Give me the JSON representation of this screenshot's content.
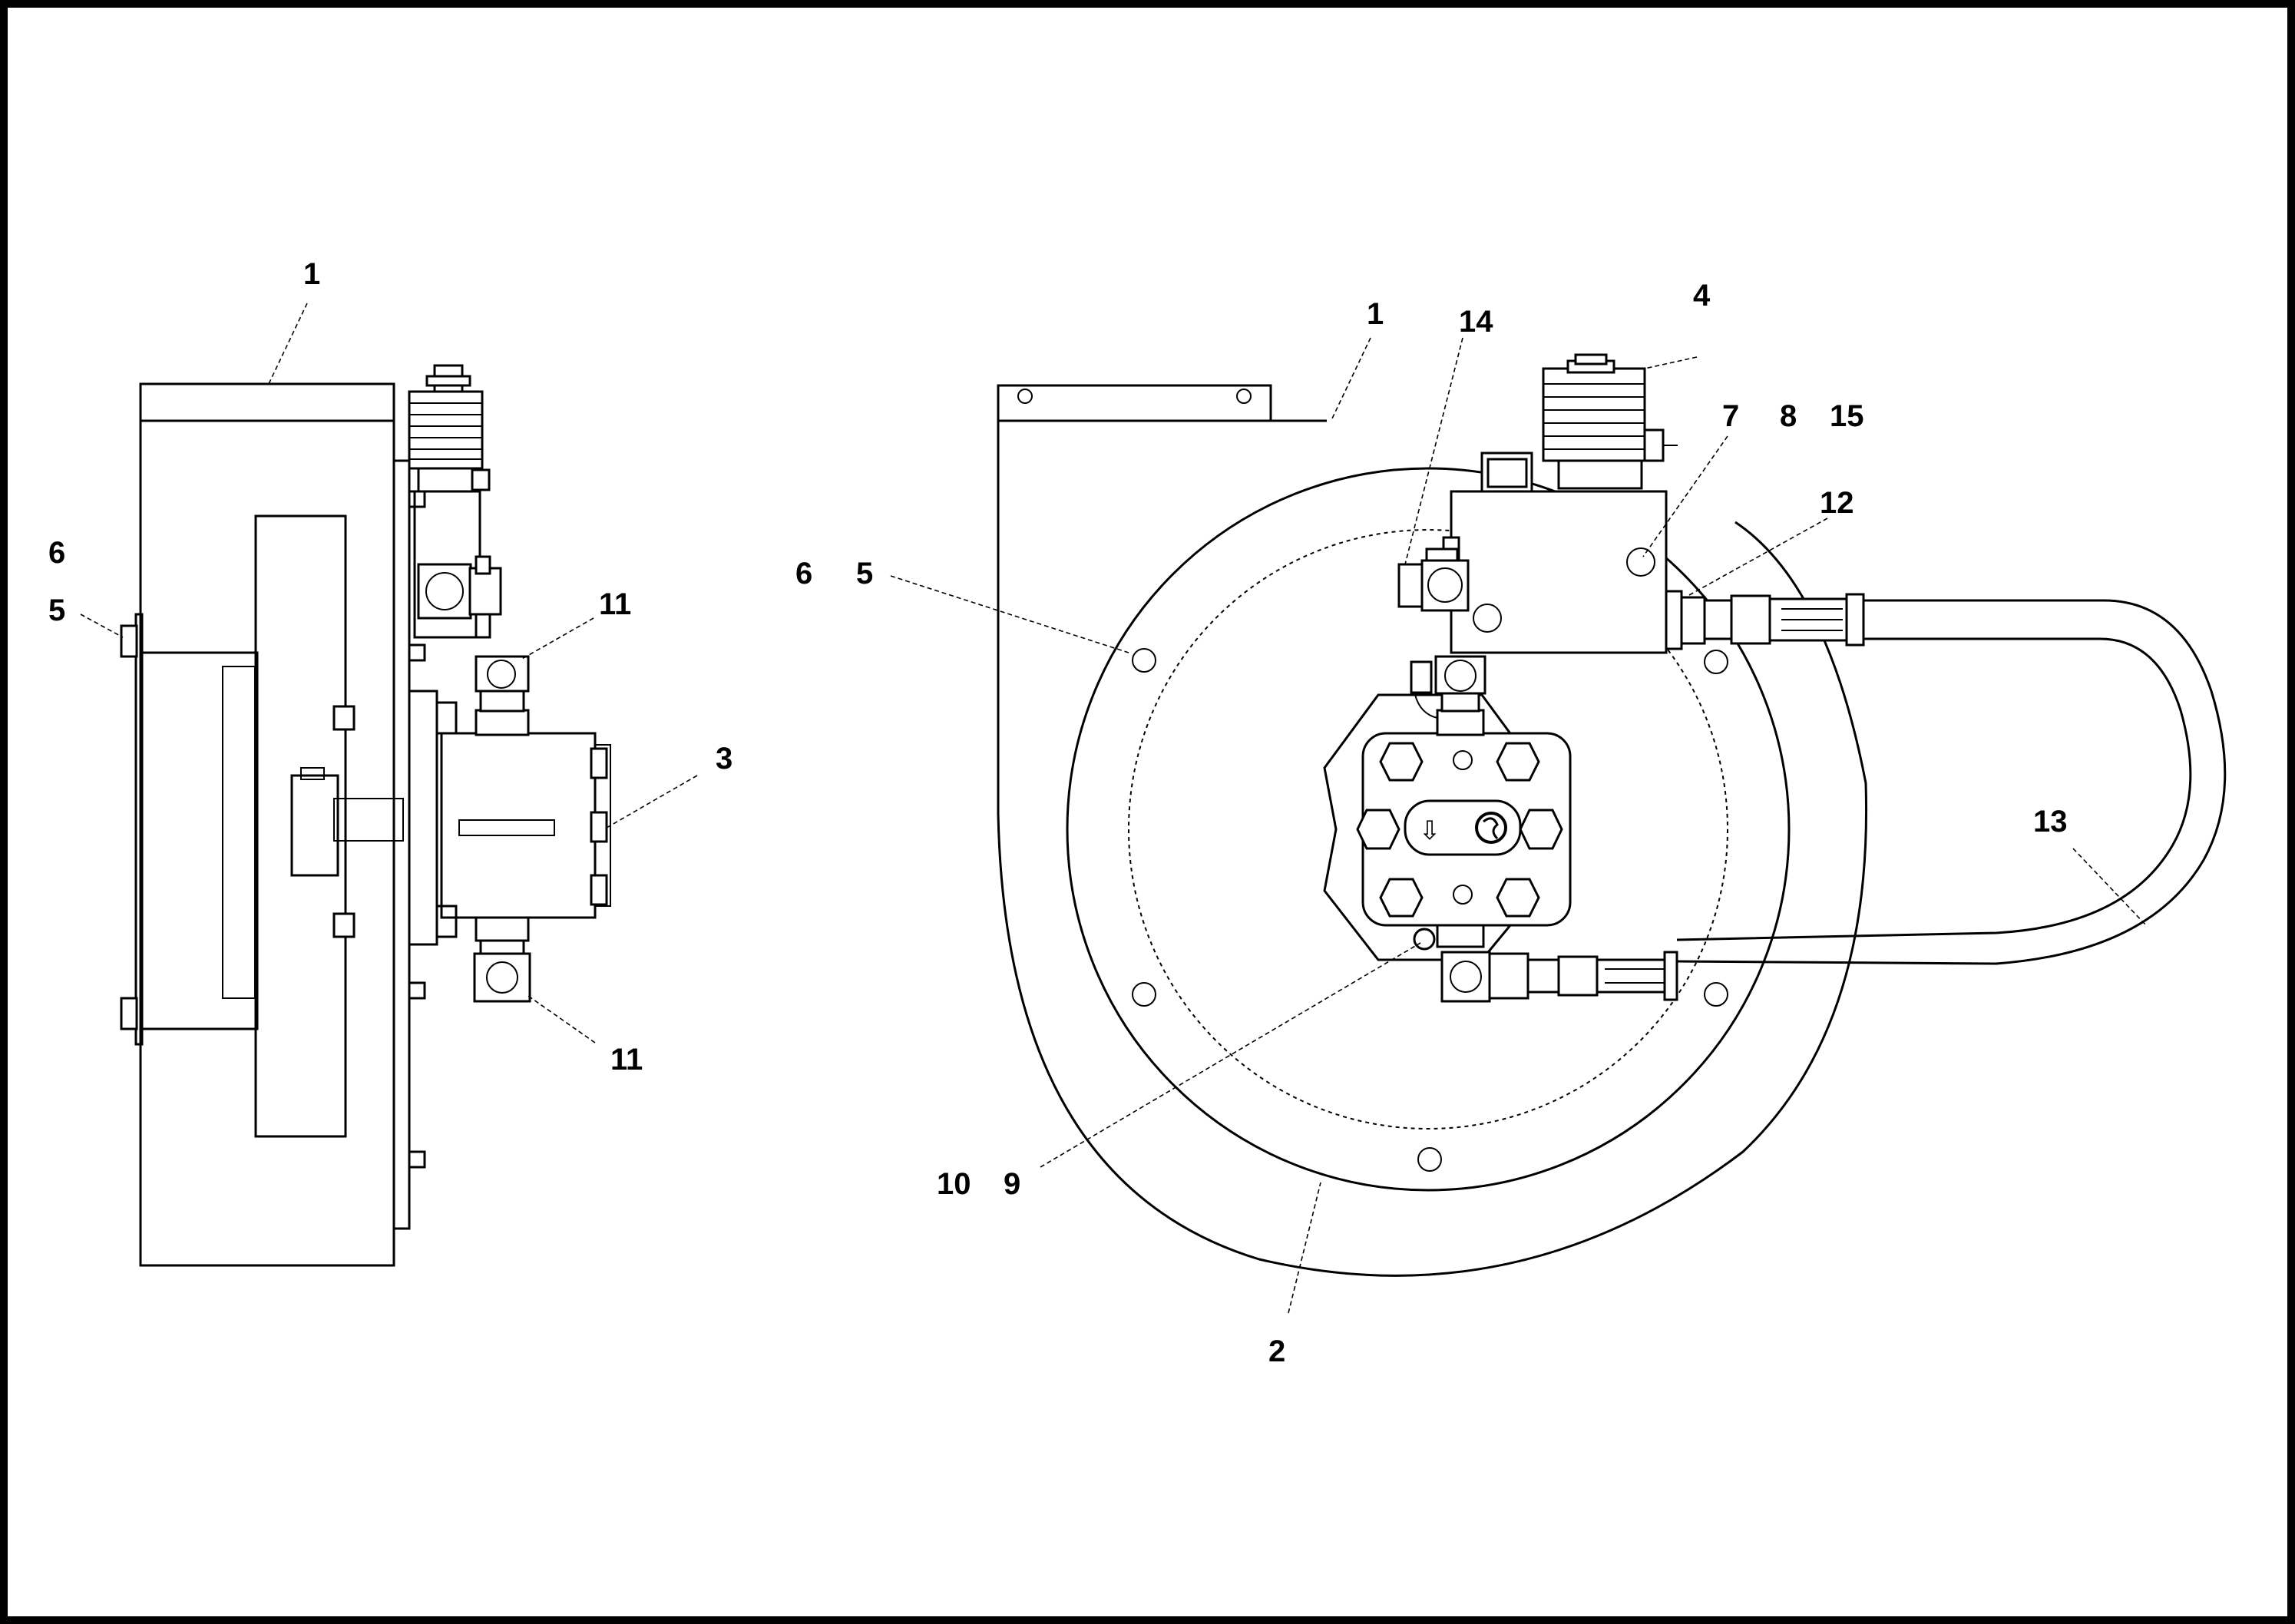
{
  "labels": {
    "side": {
      "housing": "1",
      "nut": "6",
      "bolt": "5",
      "elbow_top": "11",
      "pump": "3",
      "elbow_bottom": "11"
    },
    "front": {
      "housing": "1",
      "fitting": "14",
      "solenoid": "4",
      "port_plug": "7",
      "item_8": "8",
      "item_15": "15",
      "adapter": "12",
      "nut": "6",
      "bolt": "5",
      "hose": "13",
      "item_10": "10",
      "item_9": "9",
      "flange": "2"
    }
  },
  "pump_arrow_glyph": "⇩"
}
